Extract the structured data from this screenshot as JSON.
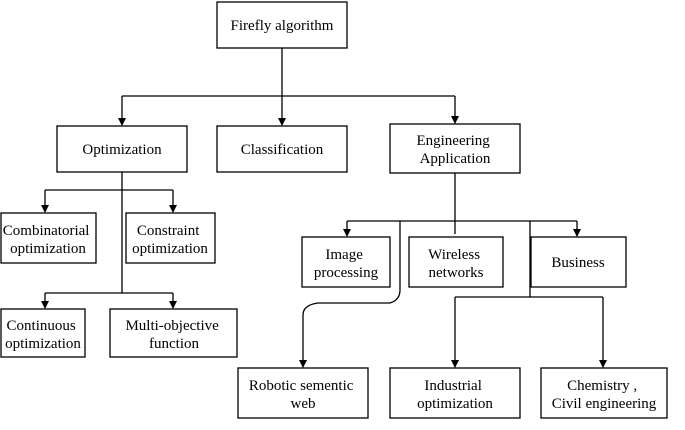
{
  "diagram": {
    "root": {
      "lines": [
        "Firefly algorithm"
      ]
    },
    "optimization": {
      "lines": [
        "Optimization"
      ]
    },
    "classification": {
      "lines": [
        "Classification"
      ]
    },
    "engineering": {
      "lines": [
        "Engineering",
        "Application"
      ]
    },
    "combinatorial": {
      "lines": [
        "Combinatorial",
        "optimization"
      ]
    },
    "constraint": {
      "lines": [
        "Constraint",
        "optimization"
      ]
    },
    "continuous": {
      "lines": [
        "Continuous",
        "optimization"
      ]
    },
    "multiobjective": {
      "lines": [
        "Multi-objective",
        "function"
      ]
    },
    "image": {
      "lines": [
        "Image",
        "processing"
      ]
    },
    "wireless": {
      "lines": [
        "Wireless",
        "networks"
      ]
    },
    "business": {
      "lines": [
        "Business"
      ]
    },
    "robotic": {
      "lines": [
        "Robotic sementic",
        "web"
      ]
    },
    "industrial": {
      "lines": [
        "Industrial",
        "optimization"
      ]
    },
    "chemistry": {
      "lines": [
        "Chemistry ,",
        "Civil engineering"
      ]
    }
  }
}
